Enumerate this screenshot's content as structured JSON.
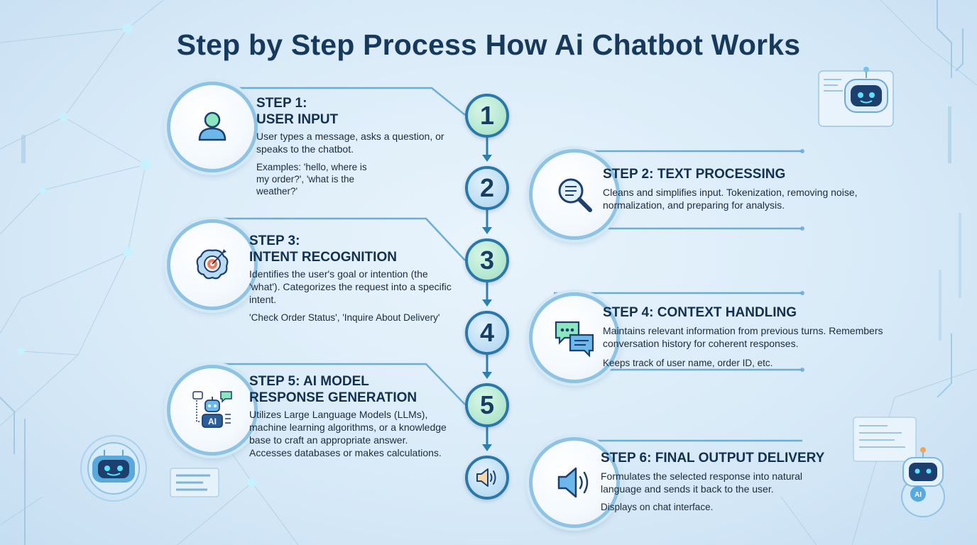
{
  "title": "Step by Step Process How Ai Chatbot Works",
  "steps": [
    {
      "number": "1",
      "title_line1": "STEP 1:",
      "title_line2": "USER INPUT",
      "description": "User types a message, asks a question, or speaks to the chatbot.",
      "note": "Examples: 'hello, where is my order?', 'what is the weather?'",
      "icon": "user-icon"
    },
    {
      "number": "2",
      "title": "STEP 2: TEXT PROCESSING",
      "description": "Cleans and simplifies input. Tokenization, removing noise, normalization, and preparing for analysis.",
      "icon": "magnifier-document-icon"
    },
    {
      "number": "3",
      "title_line1": "STEP 3:",
      "title_line2": "INTENT RECOGNITION",
      "description": "Identifies the user's goal or intention (the 'what'). Categorizes the request into a specific intent.",
      "note": "'Check Order Status', 'Inquire About Delivery'",
      "icon": "brain-target-icon"
    },
    {
      "number": "4",
      "title": "STEP 4: CONTEXT HANDLING",
      "description": "Maintains relevant information from previous turns. Remembers conversation history for coherent responses.",
      "note": "Keeps track of user name, order ID, etc.",
      "icon": "chat-bubbles-icon"
    },
    {
      "number": "5",
      "title_line1": "STEP 5: AI MODEL",
      "title_line2": "RESPONSE GENERATION",
      "description": "Utilizes Large Language Models (LLMs), machine learning algorithms, or a knowledge base to craft an appropriate answer.",
      "note": "Accesses databases or makes calculations.",
      "icon": "ai-robot-icon",
      "icon_label": "AI"
    },
    {
      "title": "STEP 6: FINAL OUTPUT DELIVERY",
      "description": "Formulates the selected response into natural language and sends it back to the user.",
      "note": "Displays on chat interface.",
      "icon": "speaker-icon"
    }
  ],
  "decor": {
    "robot_badge_label": "AI"
  },
  "colors": {
    "title": "#173a5c",
    "badge_ring": "#2b78a8",
    "badge_green": "#9fe0c2",
    "badge_blue": "#a8d3ef",
    "connector": "#6aaed3"
  }
}
